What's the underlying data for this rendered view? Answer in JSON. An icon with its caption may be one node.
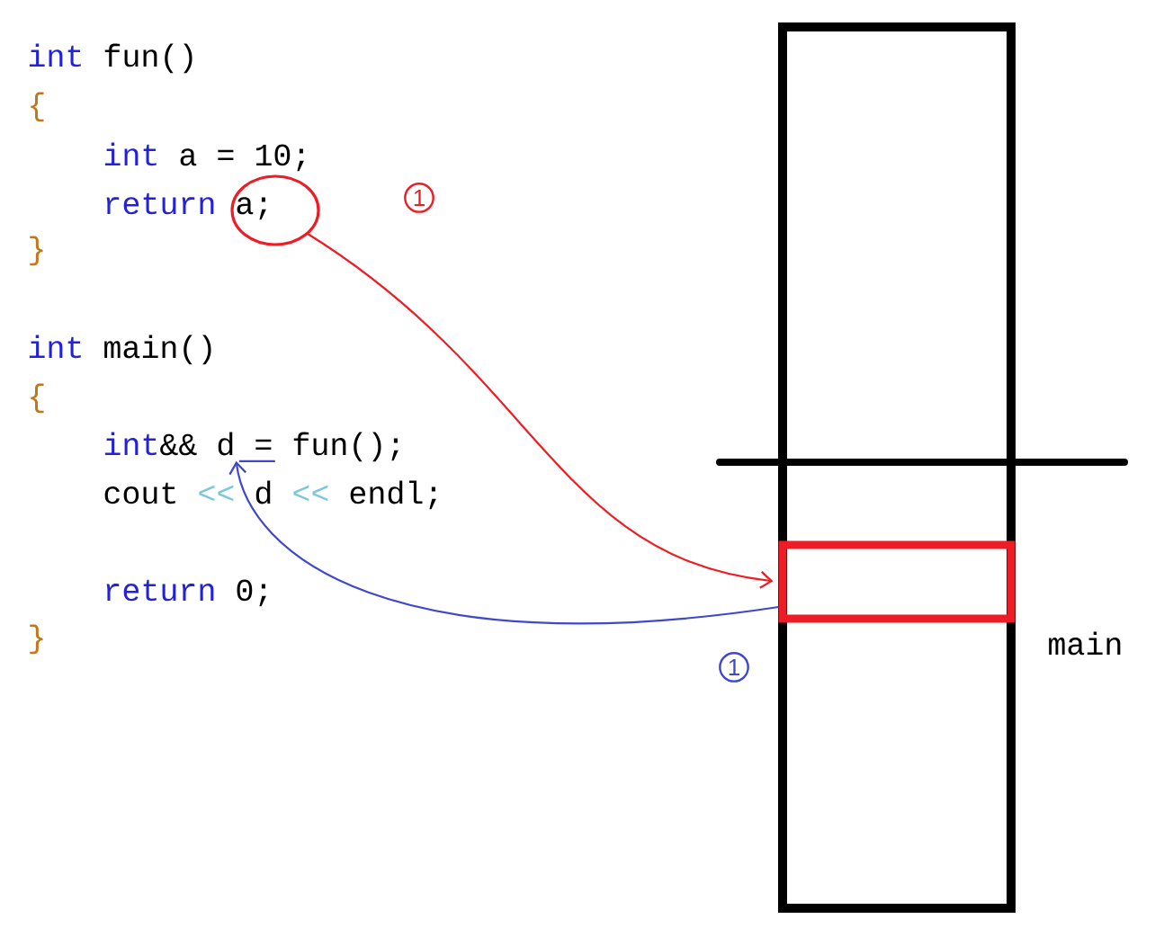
{
  "diagram": {
    "nodes": [
      {
        "text": [],
        "shape": "circle"
      },
      {
        "text": [
          "d"
        ]
      },
      {
        "text": [],
        "shape": "box"
      }
    ],
    "edges": [
      {
        "from": 0,
        "to": 2,
        "arrow": "to",
        "color": "#ee1c24"
      },
      {
        "from": 2,
        "to": 1,
        "arrow": "to",
        "color": "#3f48cc"
      }
    ],
    "labels": [
      "int",
      "fun()",
      "{",
      "int",
      "a = 10;",
      "return",
      "a;",
      "1",
      "}",
      "int",
      "main()",
      "{",
      "int",
      "&&",
      "= fun();",
      "cout",
      "<<",
      "d",
      "<<",
      "endl;",
      "return",
      "0;",
      "}",
      "main",
      "1"
    ]
  }
}
